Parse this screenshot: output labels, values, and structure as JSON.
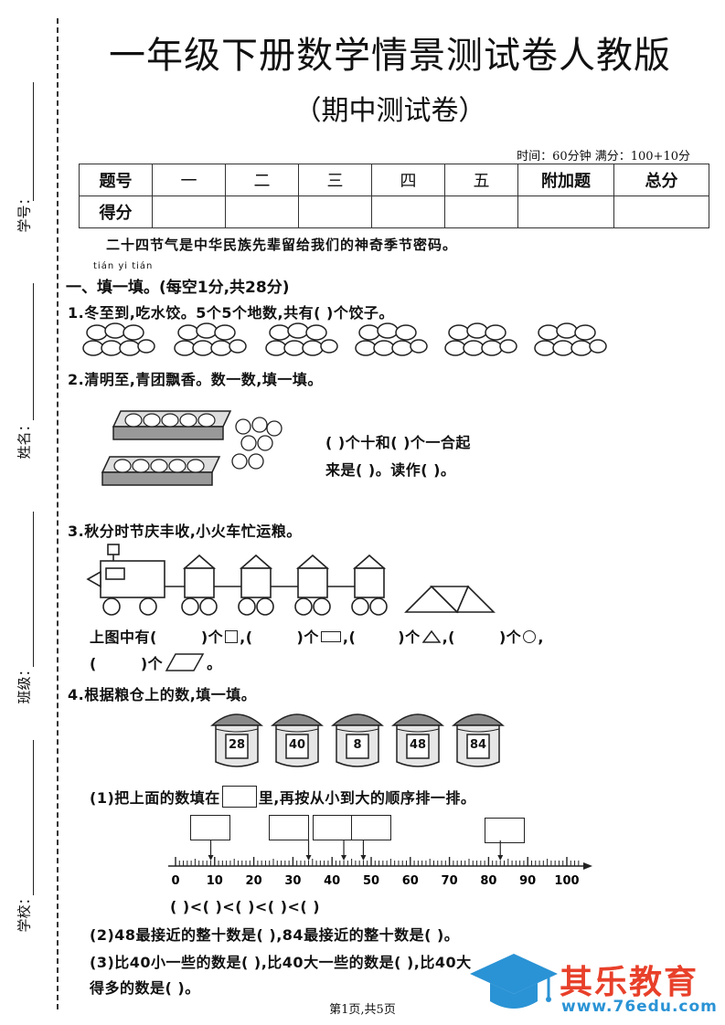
{
  "header": {
    "title": "一年级下册数学情景测试卷人教版",
    "subtitle": "（期中测试卷）",
    "time_info": "时间：60分钟  满分：100+10分"
  },
  "sidebar": {
    "fields": [
      "学号：",
      "姓名：",
      "班级：",
      "学校："
    ]
  },
  "score_table": {
    "row1": [
      "题号",
      "一",
      "二",
      "三",
      "四",
      "五",
      "附加题",
      "总分"
    ],
    "row2_label": "得分"
  },
  "intro": "二十四节气是中华民族先辈留给我们的神奇季节密码。",
  "section1": {
    "pinyin": "tián yi tián",
    "title": "一、填一填。(每空1分,共28分)",
    "q1": "1.冬至到,吃水饺。5个5个地数,共有(      )个饺子。",
    "q2": "2.清明至,青团飘香。数一数,填一填。",
    "q2_line1": "(      )个十和(      )个一合起",
    "q2_line2": "来是(      )。读作(         )。",
    "q3": "3.秋分时节庆丰收,小火车忙运粮。",
    "q3_line1_parts": [
      "上图中有(",
      ")个",
      ",(",
      ")个",
      ",(",
      ")个",
      ",(",
      ")个",
      ","
    ],
    "q3_line2_parts": [
      "(",
      ")个",
      "。"
    ],
    "q4": "4.根据粮仓上的数,填一填。",
    "granaries": [
      "28",
      "40",
      "8",
      "48",
      "84"
    ],
    "q4_1_parts": [
      "(1)把上面的数填在",
      "里,再按从小到大的顺序排一排。"
    ],
    "numberline_labels": [
      "0",
      "10",
      "20",
      "30",
      "40",
      "50",
      "60",
      "70",
      "80",
      "90",
      "100"
    ],
    "order_line": "(      )<(      )<(      )<(      )<(      )",
    "q4_2": "(2)48最接近的整十数是(      ),84最接近的整十数是(      )。",
    "q4_3_line1": "(3)比40小一些的数是(      ),比40大一些的数是(      ),比40大",
    "q4_3_line2": "得多的数是(      )。"
  },
  "footer": "第1页,共5页",
  "watermark": {
    "brand": "其乐教育",
    "url": "www.76edu.com",
    "colors": {
      "brand": "#e8402a",
      "url": "#2a93d5",
      "cap": "#2a93d5"
    }
  }
}
